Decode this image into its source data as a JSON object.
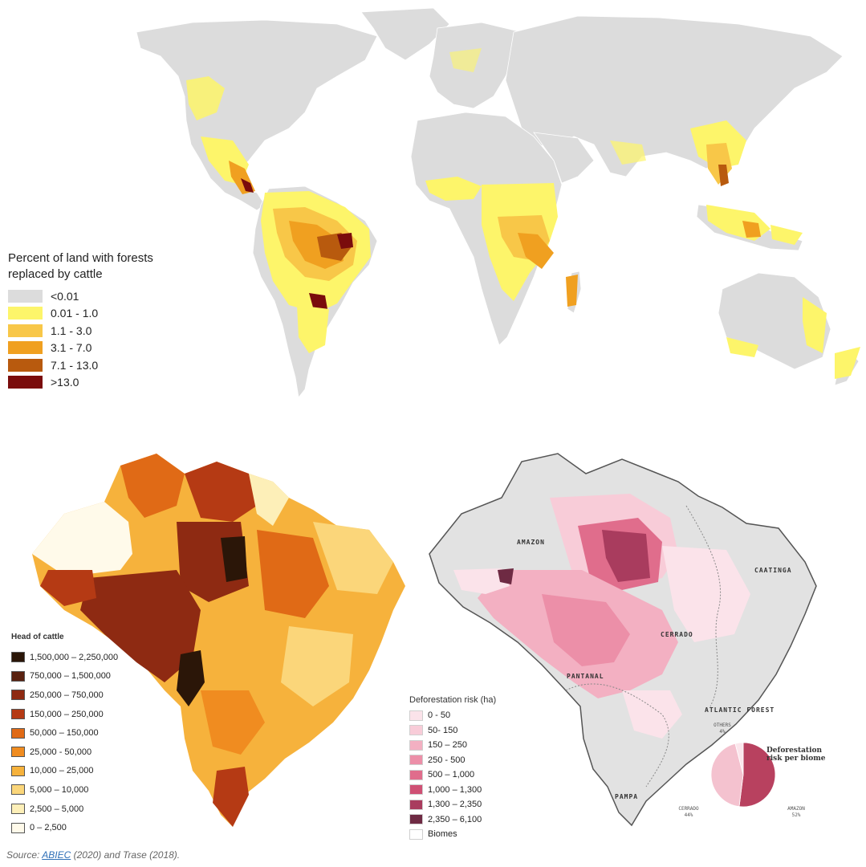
{
  "world_map": {
    "legend": {
      "title": "Percent of land with forests replaced by cattle",
      "items": [
        {
          "label": "<0.01",
          "color": "#dcdcdc"
        },
        {
          "label": "0.01 - 1.0",
          "color": "#fdf56a"
        },
        {
          "label": "1.1 - 3.0",
          "color": "#f8c748"
        },
        {
          "label": "3.1 - 7.0",
          "color": "#f0a020"
        },
        {
          "label": "7.1 - 13.0",
          "color": "#b85a0e"
        },
        {
          "label": ">13.0",
          "color": "#7a0c0c"
        }
      ]
    }
  },
  "cattle_map": {
    "legend": {
      "title": "Head of cattle",
      "items": [
        {
          "label": "1,500,000 – 2,250,000",
          "color": "#2b1608"
        },
        {
          "label": "750,000 – 1,500,000",
          "color": "#5a2210"
        },
        {
          "label": "250,000 – 750,000",
          "color": "#8e2a12"
        },
        {
          "label": "150,000 – 250,000",
          "color": "#b53a14"
        },
        {
          "label": "50,000 – 150,000",
          "color": "#e06a16"
        },
        {
          "label": "25,000 - 50,000",
          "color": "#f08c20"
        },
        {
          "label": "10,000 – 25,000",
          "color": "#f6b23c"
        },
        {
          "label": "5,000 – 10,000",
          "color": "#fbd67a"
        },
        {
          "label": "2,500 – 5,000",
          "color": "#fdefb8"
        },
        {
          "label": "0 – 2,500",
          "color": "#fffaea"
        }
      ]
    }
  },
  "risk_map": {
    "legend": {
      "title": "Deforestation risk (ha)",
      "items": [
        {
          "label": "0 - 50",
          "color": "#fbe3ea"
        },
        {
          "label": "50- 150",
          "color": "#f8ccd8"
        },
        {
          "label": "150 – 250",
          "color": "#f3b0c2"
        },
        {
          "label": "250 - 500",
          "color": "#ec8fa8"
        },
        {
          "label": "500 – 1,000",
          "color": "#e06d8c"
        },
        {
          "label": "1,000 – 1,300",
          "color": "#cf5074"
        },
        {
          "label": "1,300 – 2,350",
          "color": "#a93c5e"
        },
        {
          "label": "2,350 – 6,100",
          "color": "#6e2a43"
        },
        {
          "label": "Biomes",
          "color": "#ffffff"
        }
      ]
    },
    "biomes": {
      "amazon": "AMAZON",
      "caatinga": "CAATINGA",
      "cerrado": "CERRADO",
      "pantanal": "PANTANAL",
      "atlantic_forest": "ATLANTIC FOREST",
      "pampa": "PAMPA"
    },
    "pie": {
      "title": "Deforestation risk per biome",
      "slices": [
        {
          "label": "AMAZON",
          "pct_label": "52%",
          "value": 52,
          "color": "#b8415f"
        },
        {
          "label": "CERRADO",
          "pct_label": "44%",
          "value": 44,
          "color": "#f4c2cf"
        },
        {
          "label": "OTHERS",
          "pct_label": "4%",
          "value": 4,
          "color": "#fbe6ec"
        }
      ]
    }
  },
  "source": {
    "prefix": "Source: ",
    "link_text": "ABIEC",
    "suffix": " (2020) and Trase (2018)."
  }
}
